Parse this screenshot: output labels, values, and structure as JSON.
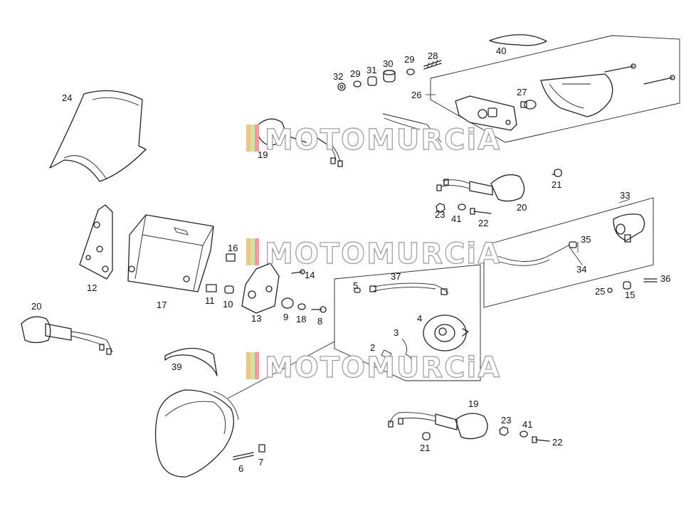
{
  "watermark": {
    "text": "MOTOMURCiA"
  },
  "callouts": {
    "c40": "40",
    "c28": "28",
    "c30": "30",
    "c29a": "29",
    "c29b": "29",
    "c31": "31",
    "c32": "32",
    "c26": "26",
    "c27": "27",
    "c24": "24",
    "c19a": "19",
    "c21a": "21",
    "c20a": "20",
    "c23a": "23",
    "c41a": "41",
    "c22a": "22",
    "c33": "33",
    "c35": "35",
    "c34": "34",
    "c36": "36",
    "c25": "25",
    "c15": "15",
    "c12": "12",
    "c17": "17",
    "c16": "16",
    "c14": "14",
    "c11": "11",
    "c10": "10",
    "c13": "13",
    "c9": "9",
    "c18": "18",
    "c8": "8",
    "c5": "5",
    "c37": "37",
    "c4": "4",
    "c3": "3",
    "c2": "2",
    "c20b": "20",
    "c39": "39",
    "c6": "6",
    "c7": "7",
    "c19b": "19",
    "c23b": "23",
    "c41b": "41",
    "c22b": "22",
    "c21b": "21"
  }
}
